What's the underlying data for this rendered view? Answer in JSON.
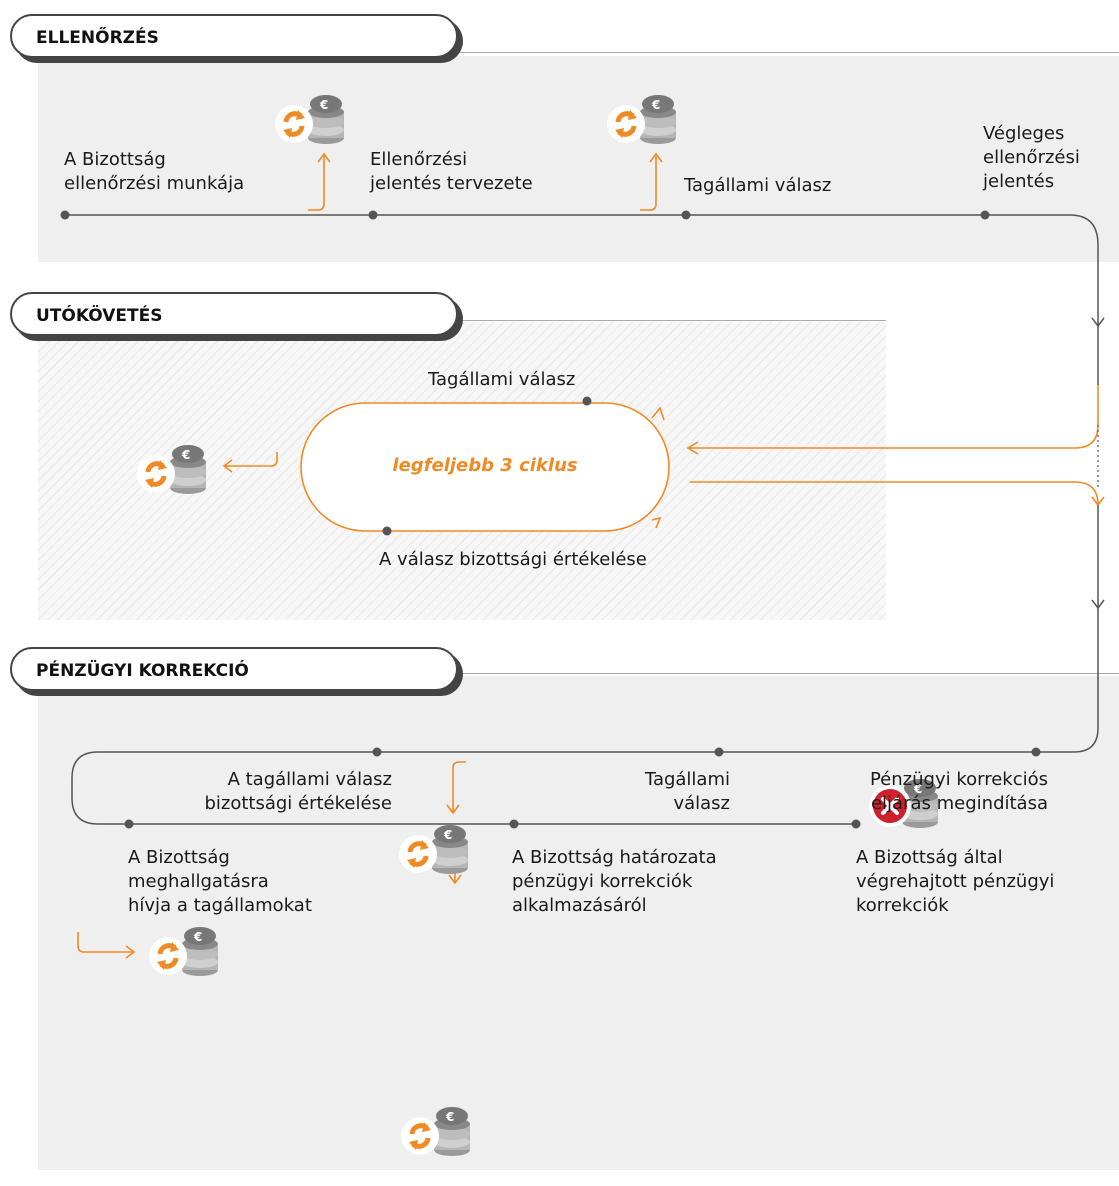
{
  "sections": {
    "ellenorzes": "ELLENŐRZÉS",
    "utokovetes": "UTÓKÖVETÉS",
    "penzugyi": "PÉNZÜGYI KORREKCIÓ"
  },
  "ellenorzes_steps": [
    "A Bizottság\nellenőrzési munkája",
    "Ellenőrzési\njelentés tervezete",
    "Tagállami válasz",
    "Végleges\nellenőrzési\njelentés"
  ],
  "utokovetes": {
    "top_label": "Tagállami válasz",
    "cycle_label": "legfeljebb 3 ciklus",
    "bottom_label": "A válasz bizottsági értékelése"
  },
  "penzugyi_top": [
    "A tagállami válasz\nbizottsági értékelése",
    "Tagállami\nválasz",
    "Pénzügyi korrekciós\neljárás megindítása"
  ],
  "penzugyi_bottom": [
    "A Bizottság\nmeghallgatásra\nhívja a tagállamokat",
    "A Bizottság határozata\npénzügyi korrekciók\nalkalmazásáról",
    "A Bizottság által\nvégrehajtott pénzügyi\nkorrekciók"
  ],
  "icons": {
    "refund": "refresh-coins-icon",
    "reject": "x-coins-icon"
  },
  "colors": {
    "accent": "#f08a24",
    "line": "#555555",
    "reject": "#d0202e"
  }
}
